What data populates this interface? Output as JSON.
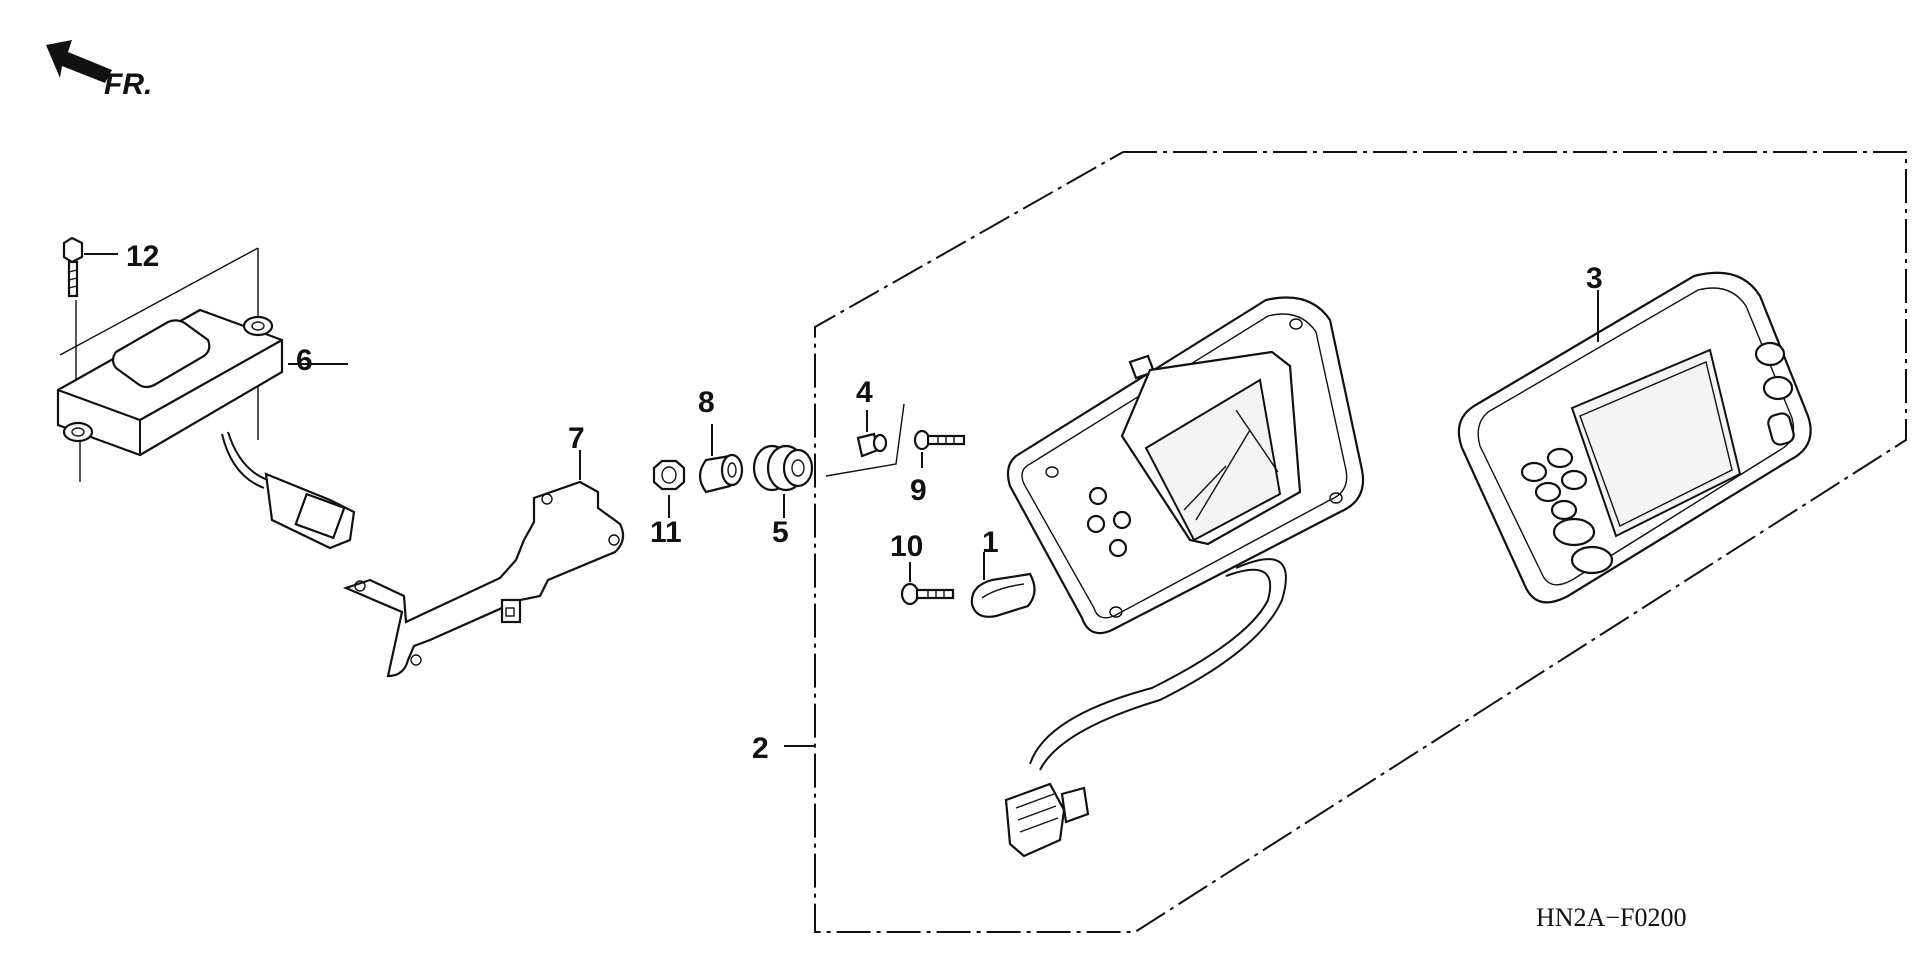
{
  "diagram": {
    "direction_label": "FR.",
    "code": "HN2A−F0200",
    "parts": [
      {
        "ref": "1"
      },
      {
        "ref": "2"
      },
      {
        "ref": "3"
      },
      {
        "ref": "4"
      },
      {
        "ref": "5"
      },
      {
        "ref": "6"
      },
      {
        "ref": "7"
      },
      {
        "ref": "8"
      },
      {
        "ref": "9"
      },
      {
        "ref": "10"
      },
      {
        "ref": "11"
      },
      {
        "ref": "12"
      }
    ]
  }
}
